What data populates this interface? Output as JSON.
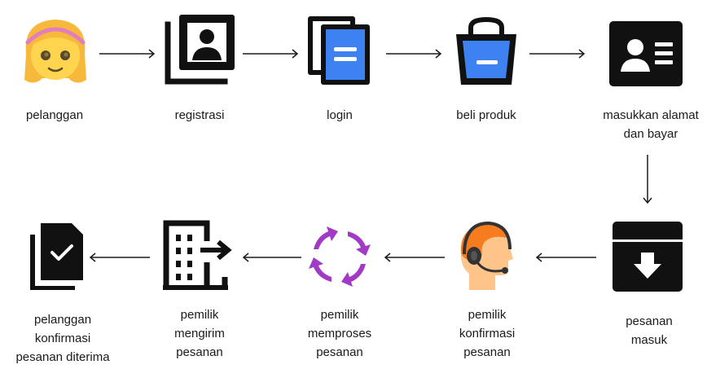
{
  "diagram": {
    "steps": [
      {
        "id": "pelanggan",
        "label": "pelanggan",
        "icon": "girl-face-icon"
      },
      {
        "id": "registrasi",
        "label": "registrasi",
        "icon": "contact-card-icon"
      },
      {
        "id": "login",
        "label": "login",
        "icon": "document-stack-icon"
      },
      {
        "id": "beli-produk",
        "label": "beli produk",
        "icon": "shopping-bag-icon"
      },
      {
        "id": "masukkan-alamat",
        "label_lines": [
          "masukkan alamat",
          "dan bayar"
        ],
        "icon": "id-card-icon"
      },
      {
        "id": "pesanan-masuk",
        "label_lines": [
          "pesanan",
          "masuk"
        ],
        "icon": "inbox-download-icon"
      },
      {
        "id": "pemilik-konfirmasi",
        "label_lines": [
          "pemilik",
          "konfirmasi",
          "pesanan"
        ],
        "icon": "headset-agent-icon"
      },
      {
        "id": "pemilik-memproses",
        "label_lines": [
          "pemilik",
          "memproses",
          "pesanan"
        ],
        "icon": "process-cycle-icon"
      },
      {
        "id": "pemilik-mengirim",
        "label_lines": [
          "pemilik",
          "mengirim",
          "pesanan"
        ],
        "icon": "building-export-icon"
      },
      {
        "id": "pelanggan-konfirmasi",
        "label_lines": [
          "pelanggan",
          "konfirmasi",
          "pesanan diterima"
        ],
        "icon": "document-check-icon"
      }
    ],
    "colors": {
      "line": "#1a1a1a",
      "skin": "#ffd54f",
      "hair": "#f6b93b",
      "headband": "#e27ec0",
      "blue": "#3d82f0",
      "blue_light": "#ffffff",
      "purple": "#a23ac6",
      "orange": "#f57c1f",
      "skin_agent": "#ffc48a"
    }
  }
}
